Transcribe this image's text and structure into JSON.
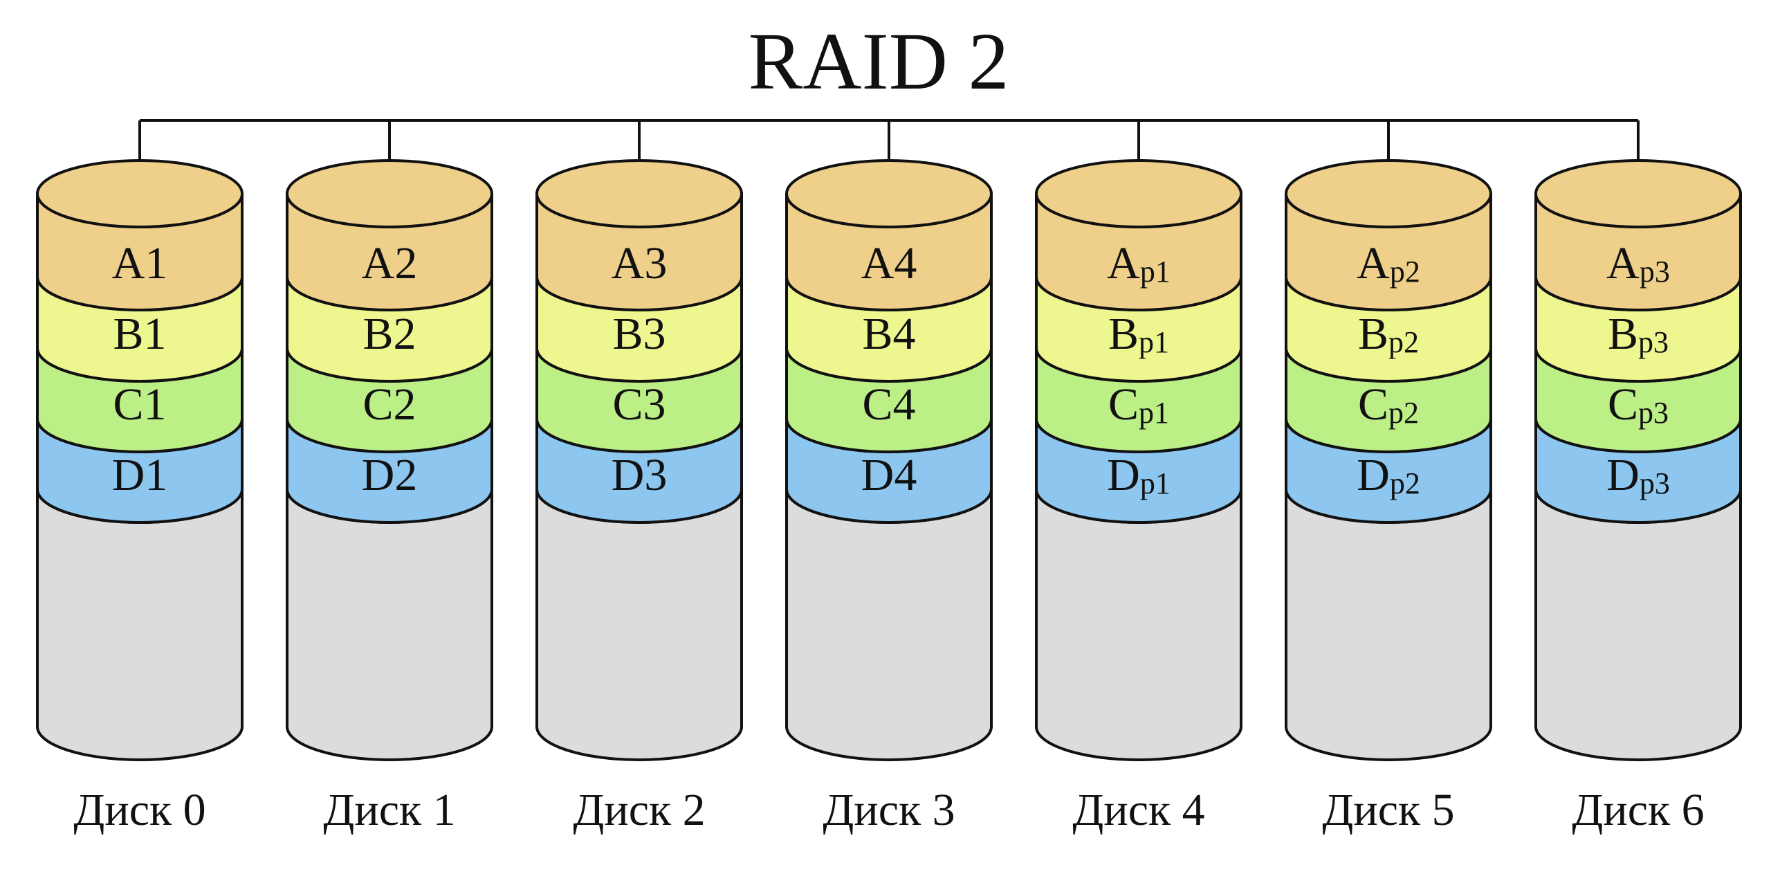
{
  "title": "RAID 2",
  "colors": {
    "a_row": "#efd08a",
    "b_row": "#eef68f",
    "c_row": "#bdef87",
    "d_row": "#8dc7ef",
    "disk_body": "#dcdcdc",
    "outline": "#111111"
  },
  "disks": [
    {
      "label": "Диск 0",
      "segments": [
        {
          "main": "A1",
          "sub": ""
        },
        {
          "main": "B1",
          "sub": ""
        },
        {
          "main": "C1",
          "sub": ""
        },
        {
          "main": "D1",
          "sub": ""
        }
      ]
    },
    {
      "label": "Диск 1",
      "segments": [
        {
          "main": "A2",
          "sub": ""
        },
        {
          "main": "B2",
          "sub": ""
        },
        {
          "main": "C2",
          "sub": ""
        },
        {
          "main": "D2",
          "sub": ""
        }
      ]
    },
    {
      "label": "Диск 2",
      "segments": [
        {
          "main": "A3",
          "sub": ""
        },
        {
          "main": "B3",
          "sub": ""
        },
        {
          "main": "C3",
          "sub": ""
        },
        {
          "main": "D3",
          "sub": ""
        }
      ]
    },
    {
      "label": "Диск 3",
      "segments": [
        {
          "main": "A4",
          "sub": ""
        },
        {
          "main": "B4",
          "sub": ""
        },
        {
          "main": "C4",
          "sub": ""
        },
        {
          "main": "D4",
          "sub": ""
        }
      ]
    },
    {
      "label": "Диск 4",
      "segments": [
        {
          "main": "A",
          "sub": "p1"
        },
        {
          "main": "B",
          "sub": "p1"
        },
        {
          "main": "C",
          "sub": "p1"
        },
        {
          "main": "D",
          "sub": "p1"
        }
      ]
    },
    {
      "label": "Диск 5",
      "segments": [
        {
          "main": "A",
          "sub": "p2"
        },
        {
          "main": "B",
          "sub": "p2"
        },
        {
          "main": "C",
          "sub": "p2"
        },
        {
          "main": "D",
          "sub": "p2"
        }
      ]
    },
    {
      "label": "Диск 6",
      "segments": [
        {
          "main": "A",
          "sub": "p3"
        },
        {
          "main": "B",
          "sub": "p3"
        },
        {
          "main": "C",
          "sub": "p3"
        },
        {
          "main": "D",
          "sub": "p3"
        }
      ]
    }
  ]
}
